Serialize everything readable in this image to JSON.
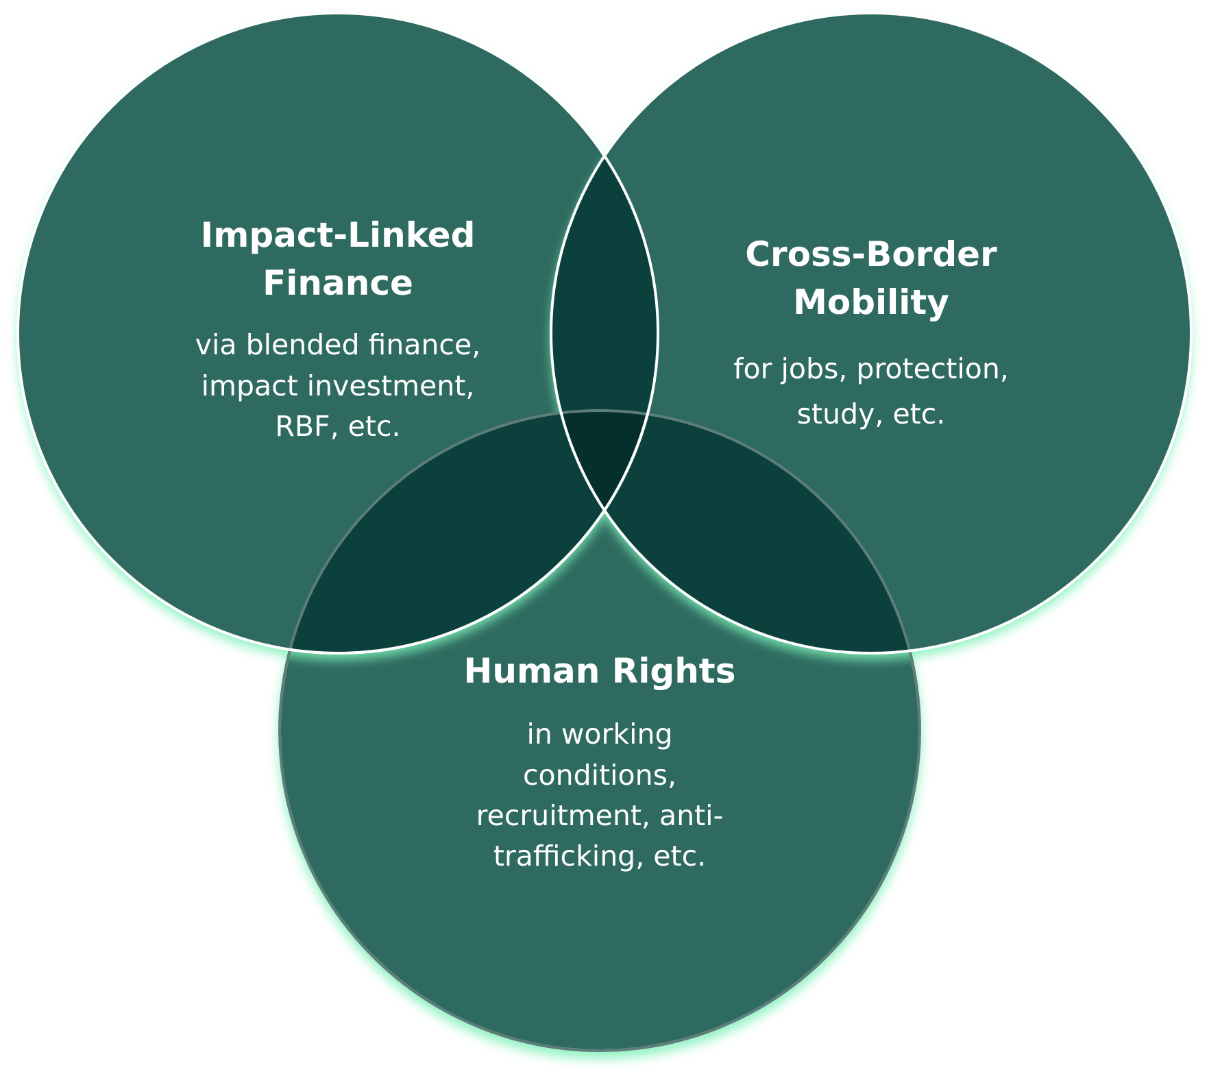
{
  "colors": {
    "circle_fill": "#2e6a5e",
    "pair_overlap": "#0b403d",
    "triple_overlap": "#052f2c",
    "outline": "#ffffff",
    "glow": "#7ef0b8"
  },
  "circles": [
    {
      "title_lines": [
        "Impact-Linked",
        "Finance"
      ],
      "body_lines": [
        "via blended finance,",
        "impact investment,",
        "RBF, etc."
      ]
    },
    {
      "title_lines": [
        "Cross-Border",
        "Mobility"
      ],
      "body_lines": [
        "for jobs, protection,",
        "study, etc."
      ]
    },
    {
      "title_lines": [
        "Human Rights"
      ],
      "body_lines": [
        "in working",
        "conditions,",
        "recruitment, anti-",
        "trafficking, etc."
      ]
    }
  ]
}
